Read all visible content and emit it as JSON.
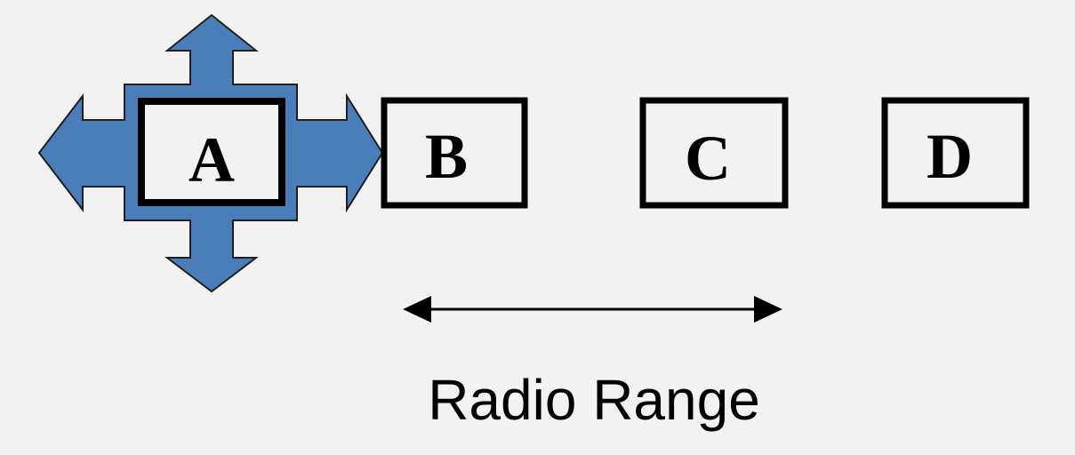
{
  "nodes": [
    {
      "id": "A",
      "label": "A"
    },
    {
      "id": "B",
      "label": "B"
    },
    {
      "id": "C",
      "label": "C"
    },
    {
      "id": "D",
      "label": "D"
    }
  ],
  "mobility_arrow": {
    "icon": "four-way-move-arrow-icon",
    "color": "#4a7ebb"
  },
  "radio_range": {
    "label": "Radio Range",
    "icon": "double-headed-arrow-icon"
  },
  "colors": {
    "background": "#f2f2f2",
    "box_border": "#000000",
    "arrow_fill": "#4a7ebb"
  }
}
